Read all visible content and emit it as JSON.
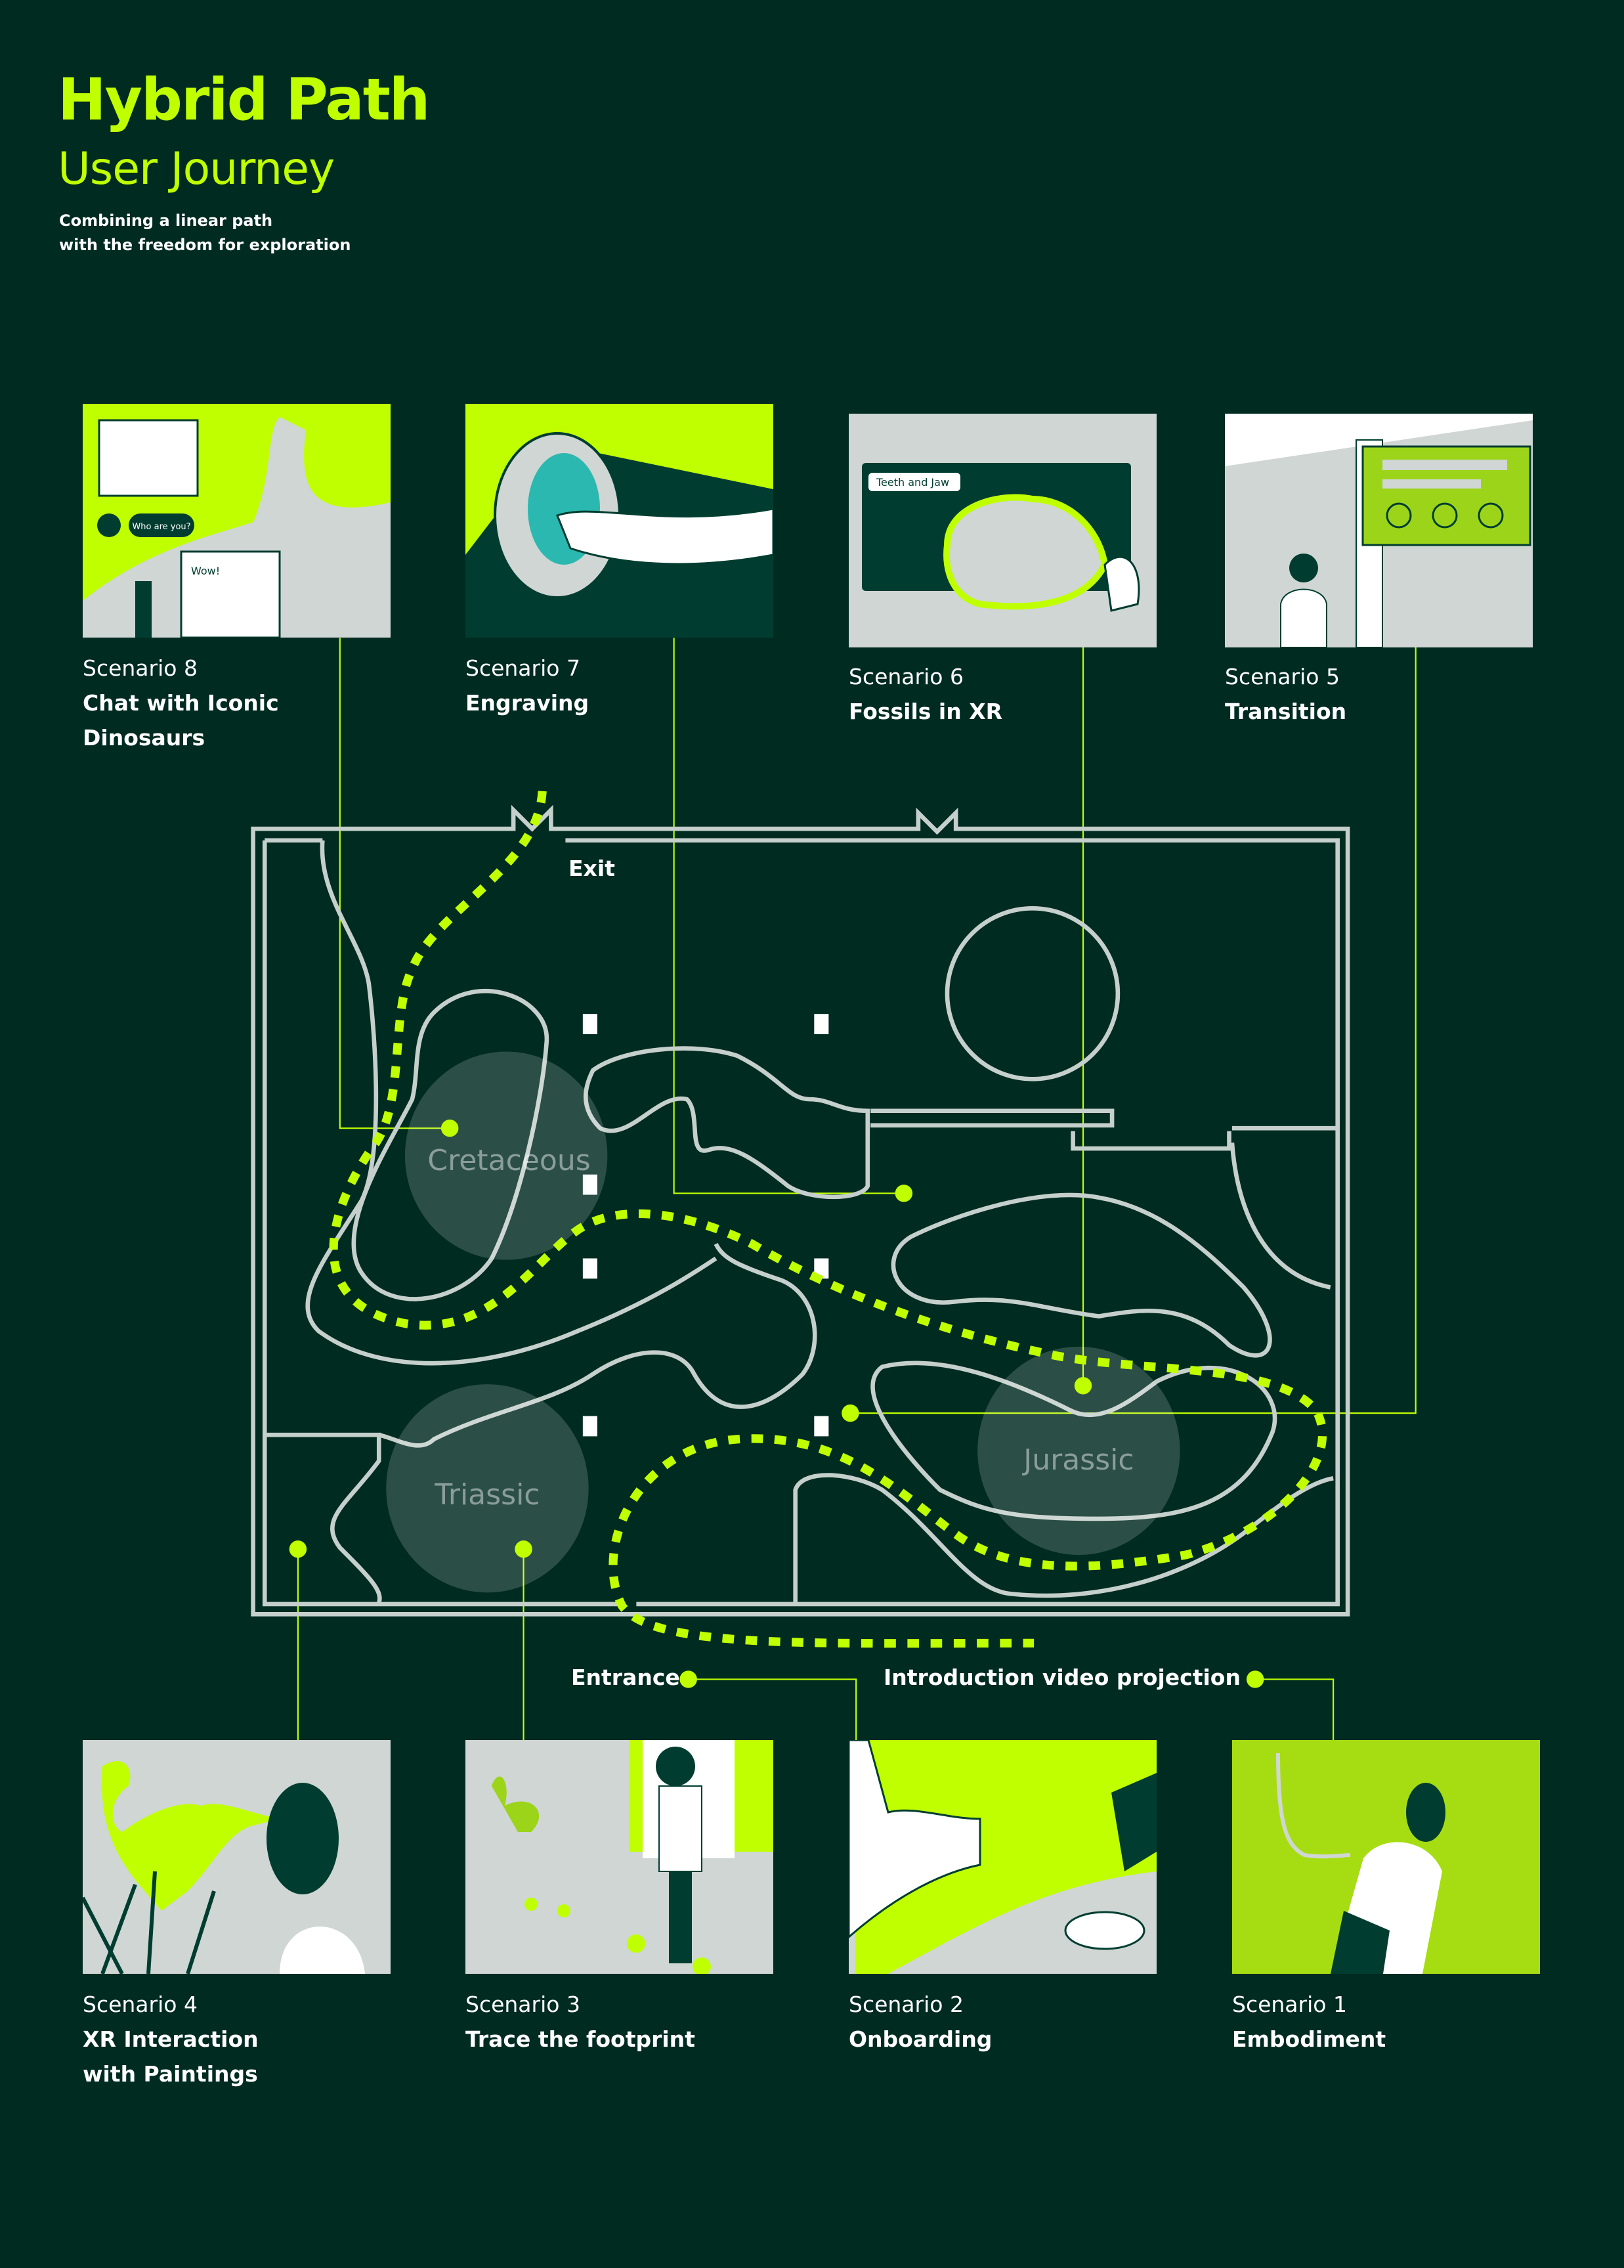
{
  "header": {
    "title": "Hybrid Path",
    "subtitle": "User Journey",
    "description_lines": [
      "Combining a linear path",
      "with the freedom for exploration"
    ]
  },
  "colors": {
    "background": "#002b21",
    "accent": "#c0ff00",
    "wall": "#c5cfcb",
    "zone": "#ffffff"
  },
  "scenarios": [
    {
      "number": "Scenario 8",
      "name_lines": [
        "Chat with Iconic",
        "Dinosaurs"
      ]
    },
    {
      "number": "Scenario 7",
      "name_lines": [
        "Engraving"
      ]
    },
    {
      "number": "Scenario 6",
      "name_lines": [
        "Fossils in XR"
      ]
    },
    {
      "number": "Scenario 5",
      "name_lines": [
        "Transition"
      ]
    },
    {
      "number": "Scenario 4",
      "name_lines": [
        "XR Interaction",
        "with Paintings"
      ]
    },
    {
      "number": "Scenario 3",
      "name_lines": [
        "Trace the footprint"
      ]
    },
    {
      "number": "Scenario 2",
      "name_lines": [
        "Onboarding"
      ]
    },
    {
      "number": "Scenario 1",
      "name_lines": [
        "Embodiment"
      ]
    }
  ],
  "illustration_text": {
    "chat_bubble": "Who are you?",
    "exclaim": "Wow!",
    "panel_title": "Teeth and Jaw"
  },
  "map": {
    "exit_label": "Exit",
    "entrance_label": "Entrance",
    "video_label": "Introduction video projection",
    "zones": [
      "Cretaceous",
      "Triassic",
      "Jurassic"
    ]
  }
}
